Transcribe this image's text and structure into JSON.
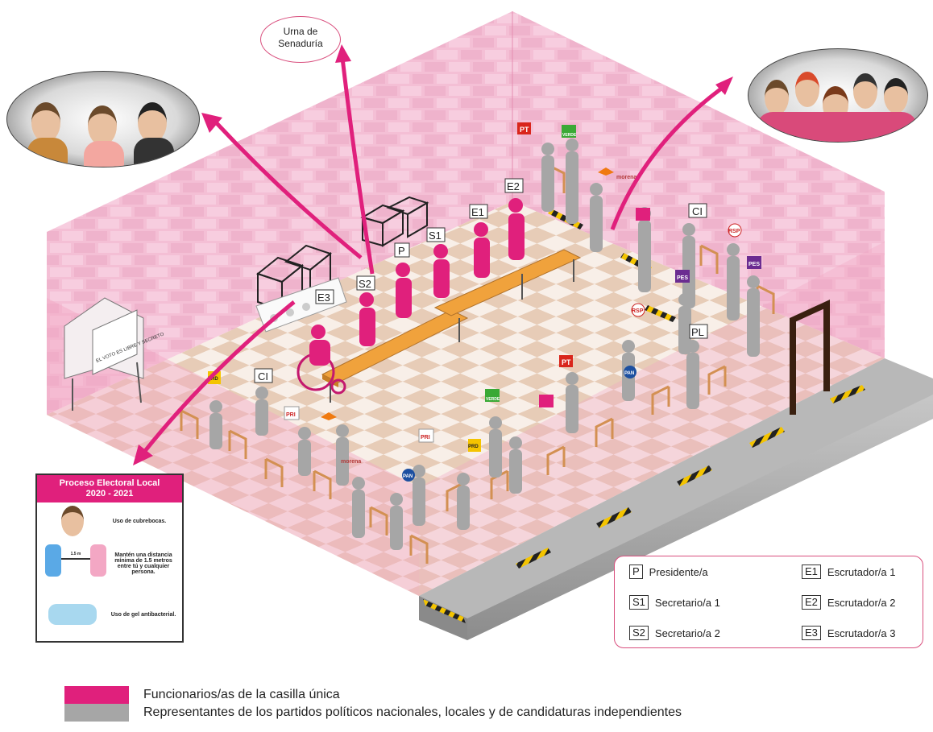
{
  "urna_label": "Urna de Senaduría",
  "urna_lines": [
    "Urna de",
    "Senaduría"
  ],
  "seat_tags": {
    "p": "P",
    "s1": "S1",
    "s2": "S2",
    "e1": "E1",
    "e2": "E2",
    "e3": "E3",
    "ci_left": "CI",
    "ci_right": "CI",
    "pl": "PL"
  },
  "legend": [
    {
      "code": "P",
      "label": "Presidente/a"
    },
    {
      "code": "E1",
      "label": "Escrutador/a 1"
    },
    {
      "code": "S1",
      "label": "Secretario/a 1"
    },
    {
      "code": "E2",
      "label": "Escrutador/a 2"
    },
    {
      "code": "S2",
      "label": "Secretario/a 2"
    },
    {
      "code": "E3",
      "label": "Escrutador/a 3"
    }
  ],
  "bottom_legend": [
    {
      "label": "Funcionarios/as de la casilla única",
      "color": "#e0207c"
    },
    {
      "label": "Representantes de los partidos políticos nacionales, locales y de candidaturas independientes",
      "color": "#a6a6a6"
    }
  ],
  "poster": {
    "title_line1": "Proceso Electoral Local",
    "title_line2": "2020 - 2021",
    "item1": "Uso de cubrebocas.",
    "distance": "1.5 m",
    "item2_l1": "Mantén una distancia",
    "item2_l2": "mínima de 1.5 metros",
    "item2_l3": "entre tú y cualquier",
    "item2_l4": "persona.",
    "item3": "Uso de gel antibacterial."
  },
  "party_logos": {
    "pt": "PT",
    "verde": "VERDE",
    "morena": "morena",
    "pes": "PES",
    "rsp": "RSP",
    "pan": "PAN",
    "pri": "PRI",
    "prd": "PRD"
  },
  "booth_text": "EL VOTO ES LIBRE Y SECRETO",
  "colors": {
    "official": "#e0207c",
    "representative": "#a6a6a6",
    "wall": "#f2b8cf",
    "floor_light": "#f7e9e0",
    "floor_dark": "#e8c9b4",
    "table": "#f0a23c",
    "chair": "#d99a55"
  }
}
